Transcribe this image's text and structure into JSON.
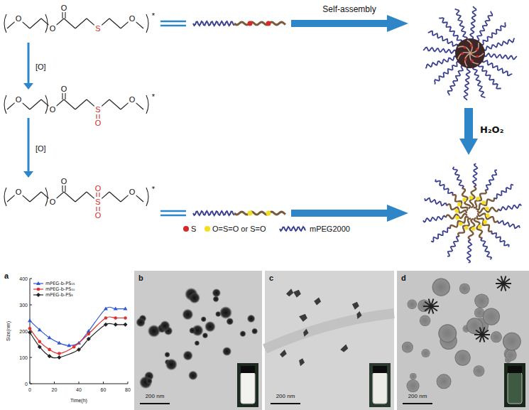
{
  "diagram": {
    "labels": [
      "Self-assembly",
      "H₂O₂",
      "[O]",
      "[O]",
      "O",
      "O",
      "O",
      "S",
      "O",
      "*",
      "O",
      "O",
      "O",
      "S",
      "O",
      "O",
      "*",
      "O",
      "O",
      "O",
      "O",
      "S",
      "O",
      "O",
      "*",
      "a",
      "Size(nm)",
      "Time(h)",
      "0",
      "100",
      "200",
      "300",
      "400",
      "0",
      "20",
      "40",
      "60",
      "80",
      "b",
      "c",
      "d",
      "200 nm",
      "200 nm",
      "200 nm"
    ],
    "legend": [
      {
        "text": "S",
        "color": "#d42a2a"
      },
      {
        "text": "O=S=O or S=O",
        "color": "#f2df1e"
      },
      {
        "text": "mPEG2000"
      },
      {
        "text": "mPEG-b-PS₁₅"
      },
      {
        "text": "mPEG-b-PS₁₀"
      },
      {
        "text": "mPEG-b-PS₅"
      }
    ]
  }
}
